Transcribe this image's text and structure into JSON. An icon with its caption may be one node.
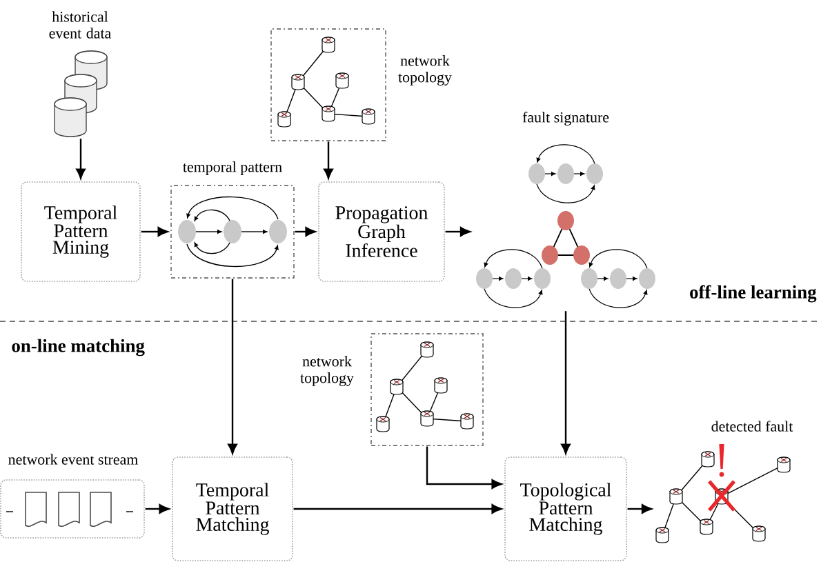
{
  "diagram": {
    "nodes": [
      {
        "text": [
          "historical event data"
        ]
      },
      {
        "text": [
          "network topology"
        ]
      },
      {
        "text": [
          "Temporal Pattern Mining"
        ]
      },
      {
        "text": [
          "temporal pattern"
        ]
      },
      {
        "text": [
          "Propagation Graph Inference"
        ]
      },
      {
        "text": [
          "fault signature"
        ]
      },
      {
        "text": [
          "network event stream"
        ]
      },
      {
        "text": [
          "Temporal Pattern Matching"
        ]
      },
      {
        "text": [
          "network topology"
        ]
      },
      {
        "text": [
          "Topological Pattern Matching"
        ]
      },
      {
        "text": [
          "detected fault"
        ]
      }
    ],
    "edges": [
      {
        "from": 0,
        "to": 2,
        "arrow": "to"
      },
      {
        "from": 1,
        "to": 4,
        "arrow": "to"
      },
      {
        "from": 2,
        "to": 3,
        "arrow": "to"
      },
      {
        "from": 3,
        "to": 4,
        "arrow": "to"
      },
      {
        "from": 4,
        "to": 5,
        "arrow": "to"
      },
      {
        "from": 3,
        "to": 7,
        "arrow": "to"
      },
      {
        "from": 5,
        "to": 9,
        "arrow": "to"
      },
      {
        "from": 6,
        "to": 7,
        "arrow": "to"
      },
      {
        "from": 7,
        "to": 9,
        "arrow": "to"
      },
      {
        "from": 8,
        "to": 9,
        "arrow": "to"
      },
      {
        "from": 9,
        "to": 10,
        "arrow": "to"
      }
    ],
    "labels": [
      "off-line learning",
      "on-line matching"
    ]
  }
}
